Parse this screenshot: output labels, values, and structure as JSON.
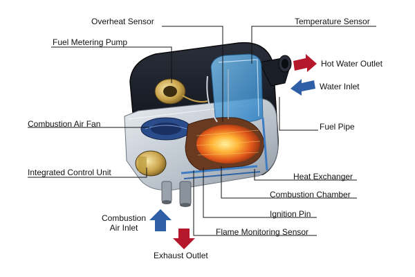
{
  "labels": {
    "overheat_sensor": "Overheat Sensor",
    "temperature_sensor": "Temperature Sensor",
    "fuel_metering_pump": "Fuel Metering Pump",
    "hot_water_outlet": "Hot Water Outlet",
    "water_inlet": "Water Inlet",
    "combustion_air_fan": "Combustion Air Fan",
    "fuel_pipe": "Fuel Pipe",
    "integrated_control_unit": "Integrated Control Unit",
    "heat_exchanger": "Heat Exchanger",
    "combustion_chamber": "Combustion Chamber",
    "ignition_pin": "Ignition Pin",
    "combustion_air_inlet_line1": "Combustion",
    "combustion_air_inlet_line2": "Air Inlet",
    "flame_monitoring_sensor": "Flame Monitoring Sensor",
    "exhaust_outlet": "Exhaust Outlet"
  },
  "colors": {
    "hot_arrow": "#b5172b",
    "cold_arrow": "#2f5fa6",
    "leader_line": "#111111"
  }
}
